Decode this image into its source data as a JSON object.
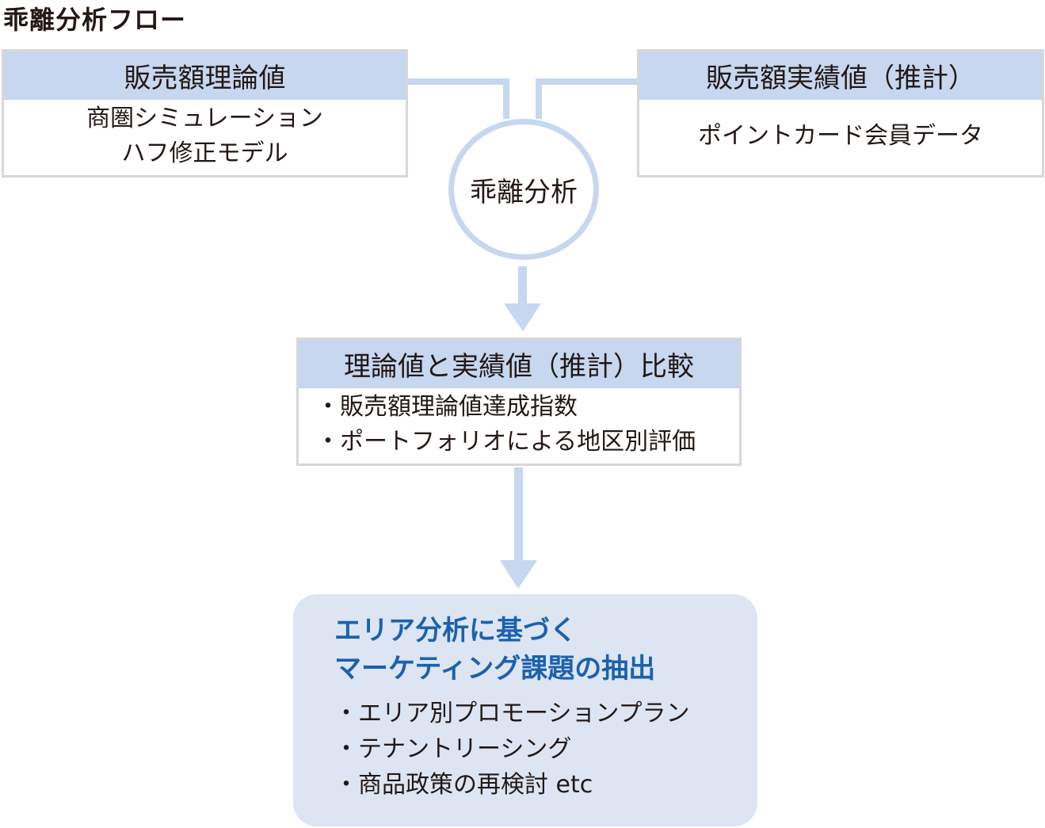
{
  "title": "乖離分析フロー",
  "colors": {
    "header_fill": "#c6d7ef",
    "box_border": "#d7d7d7",
    "result_fill": "#dde5f3",
    "result_title": "#1a62ad",
    "text": "#231815"
  },
  "left_box": {
    "header": "販売額理論値",
    "lines": [
      "商圏シミュレーション",
      "ハフ修正モデル"
    ]
  },
  "right_box": {
    "header": "販売額実績値（推計）",
    "lines": [
      "ポイントカード会員データ"
    ]
  },
  "center": {
    "label": "乖離分析"
  },
  "compare_box": {
    "header": "理論値と実績値（推計）比較",
    "bullets": [
      "・販売額理論値達成指数",
      "・ポートフォリオによる地区別評価"
    ]
  },
  "result_box": {
    "title_lines": [
      "エリア分析に基づく",
      "マーケティング課題の抽出"
    ],
    "bullets": [
      "・エリア別プロモーションプラン",
      "・テナントリーシング",
      "・商品政策の再検討 etc"
    ]
  }
}
